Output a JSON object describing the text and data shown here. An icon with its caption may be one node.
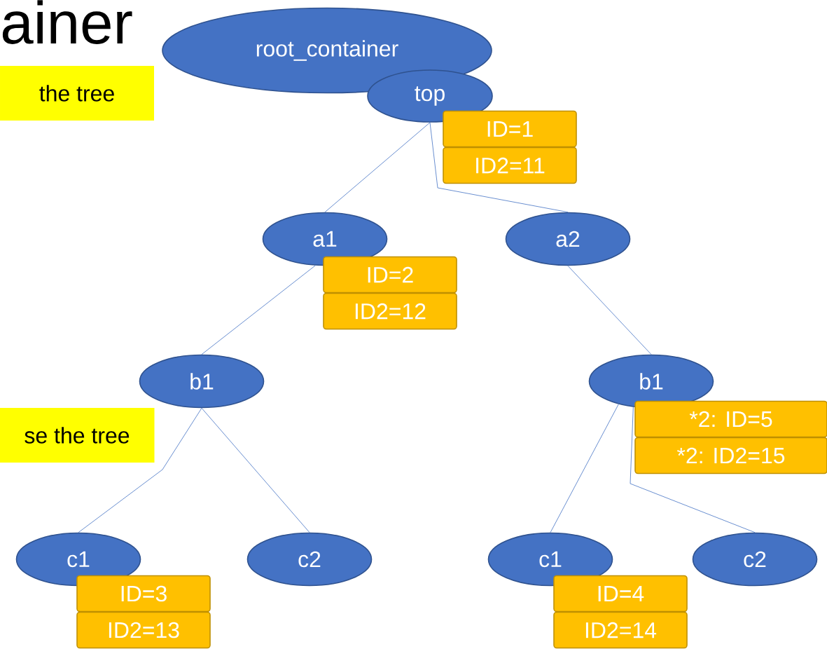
{
  "diagram": {
    "nodes": [
      {
        "text": [
          "root_container"
        ]
      },
      {
        "text": [
          "top"
        ]
      },
      {
        "text": [
          "ID=1"
        ]
      },
      {
        "text": [
          "ID2=11"
        ]
      },
      {
        "text": [
          "the tree"
        ]
      },
      {
        "text": [
          "a1"
        ]
      },
      {
        "text": [
          "ID=2"
        ]
      },
      {
        "text": [
          "ID2=12"
        ]
      },
      {
        "text": [
          "a2"
        ]
      },
      {
        "text": [
          "b1"
        ]
      },
      {
        "text": [
          "se the tree"
        ]
      },
      {
        "text": [
          "b1"
        ]
      },
      {
        "text": [
          "*2: ID=5"
        ]
      },
      {
        "text": [
          "*2: ID2=15"
        ]
      },
      {
        "text": [
          "c1"
        ]
      },
      {
        "text": [
          "ID=3"
        ]
      },
      {
        "text": [
          "ID2=13"
        ]
      },
      {
        "text": [
          "c2"
        ]
      },
      {
        "text": [
          "c1"
        ]
      },
      {
        "text": [
          "ID=4"
        ]
      },
      {
        "text": [
          "ID2=14"
        ]
      },
      {
        "text": [
          "c2"
        ]
      }
    ],
    "edges": [
      {
        "from": 1,
        "to": 5,
        "arrow": "none"
      },
      {
        "from": 1,
        "to": 8,
        "arrow": "none"
      },
      {
        "from": 5,
        "to": 9,
        "arrow": "none"
      },
      {
        "from": 8,
        "to": 11,
        "arrow": "none"
      },
      {
        "from": 9,
        "to": 14,
        "arrow": "none"
      },
      {
        "from": 9,
        "to": 17,
        "arrow": "none"
      },
      {
        "from": 11,
        "to": 18,
        "arrow": "none"
      },
      {
        "from": 11,
        "to": 21,
        "arrow": "none"
      }
    ],
    "labels": [
      "ainer"
    ]
  }
}
